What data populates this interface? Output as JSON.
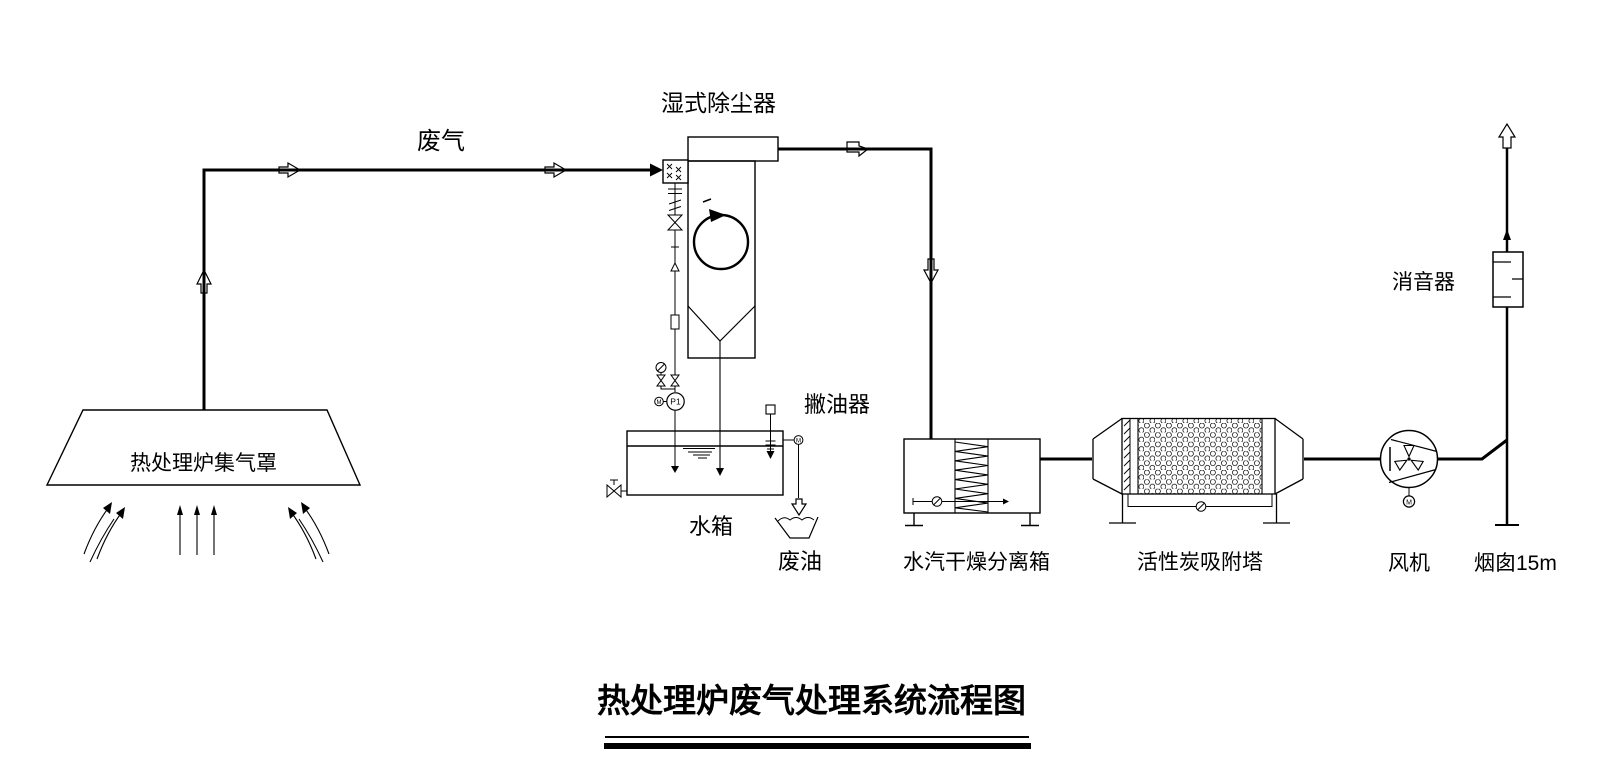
{
  "colors": {
    "line": "#000000",
    "background": "#ffffff"
  },
  "title": {
    "text": "热处理炉废气处理系统流程图"
  },
  "labels": {
    "exhaust_gas": "废气",
    "wet_dust_collector": "湿式除尘器",
    "hood": "热处理炉集气罩",
    "oil_skimmer": "撇油器",
    "water_tank": "水箱",
    "waste_oil": "废油",
    "drying_box": "水汽干燥分离箱",
    "carbon_tower": "活性炭吸附塔",
    "fan": "风机",
    "chimney": "烟囱15m",
    "muffler": "消音器"
  },
  "tags": {
    "pump": "P1",
    "pump_motor": "M",
    "skimmer_motor": "M",
    "fan_motor": "M"
  }
}
